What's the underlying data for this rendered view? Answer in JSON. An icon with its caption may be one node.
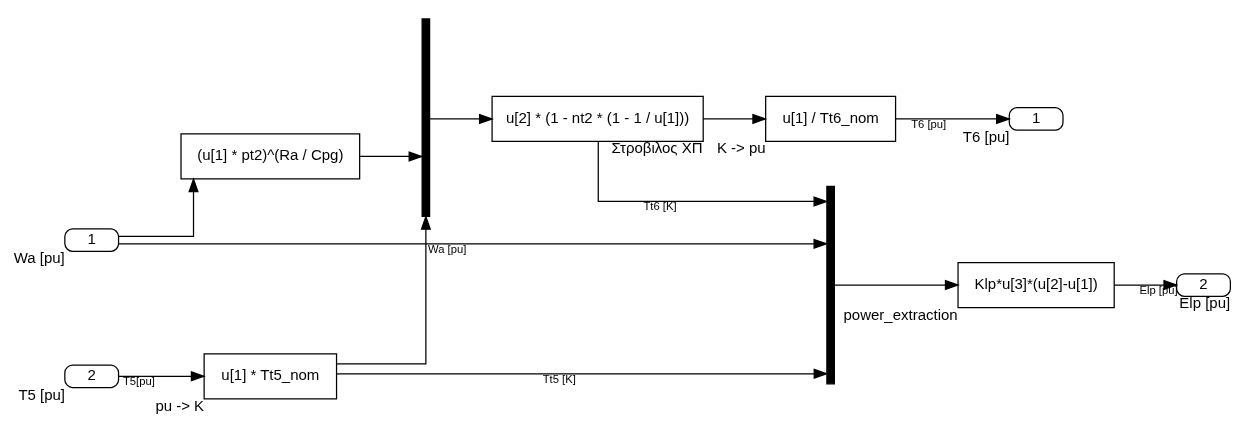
{
  "diagram": {
    "nodes": [
      {
        "text": [
          "1"
        ],
        "beside": [
          "Wa [pu]"
        ]
      },
      {
        "text": [
          "(u[1] * pt2)^(Ra / Cpg)"
        ]
      },
      {
        "text": [],
        "shape": "bar"
      },
      {
        "text": [
          "2"
        ],
        "beside": [
          "T5 [pu]"
        ]
      },
      {
        "text": [
          "u[1] * Tt5_nom"
        ],
        "beside": [
          "pu -> K"
        ]
      },
      {
        "text": [
          "u[2] * (1 - nt2 * (1 - 1 / u[1]))"
        ],
        "beside": [
          "Στροβιλος ΧΠ"
        ]
      },
      {
        "text": [
          "u[1] / Tt6_nom"
        ],
        "beside": [
          "K -> pu"
        ]
      },
      {
        "text": [
          "1"
        ],
        "beside": [
          "T6 [pu]"
        ]
      },
      {
        "text": [],
        "shape": "bar"
      },
      {
        "text": [
          "Klp*u[3]*(u[2]-u[1])"
        ],
        "beside": [
          "power_extraction"
        ]
      },
      {
        "text": [
          "2"
        ],
        "beside": [
          "Elp [pu]"
        ]
      }
    ],
    "edges": [
      {
        "from": 0,
        "to": 1,
        "arrow": "to"
      },
      {
        "from": 0,
        "to": 8,
        "arrow": "to",
        "label": "Wa [pu]"
      },
      {
        "from": 1,
        "to": 2,
        "arrow": "to"
      },
      {
        "from": 3,
        "to": 4,
        "arrow": "to",
        "label": "T5[pu]"
      },
      {
        "from": 4,
        "to": 2,
        "arrow": "to"
      },
      {
        "from": 4,
        "to": 8,
        "arrow": "to",
        "label": "Tt5 [K]"
      },
      {
        "from": 2,
        "to": 5,
        "arrow": "to"
      },
      {
        "from": 5,
        "to": 6,
        "arrow": "to"
      },
      {
        "from": 5,
        "to": 8,
        "arrow": "to",
        "label": "Tt6 [K]"
      },
      {
        "from": 6,
        "to": 7,
        "arrow": "to",
        "label": "T6 [pu]"
      },
      {
        "from": 8,
        "to": 9,
        "arrow": "to"
      },
      {
        "from": 9,
        "to": 10,
        "arrow": "to",
        "label": "Elp [pu]"
      }
    ]
  }
}
